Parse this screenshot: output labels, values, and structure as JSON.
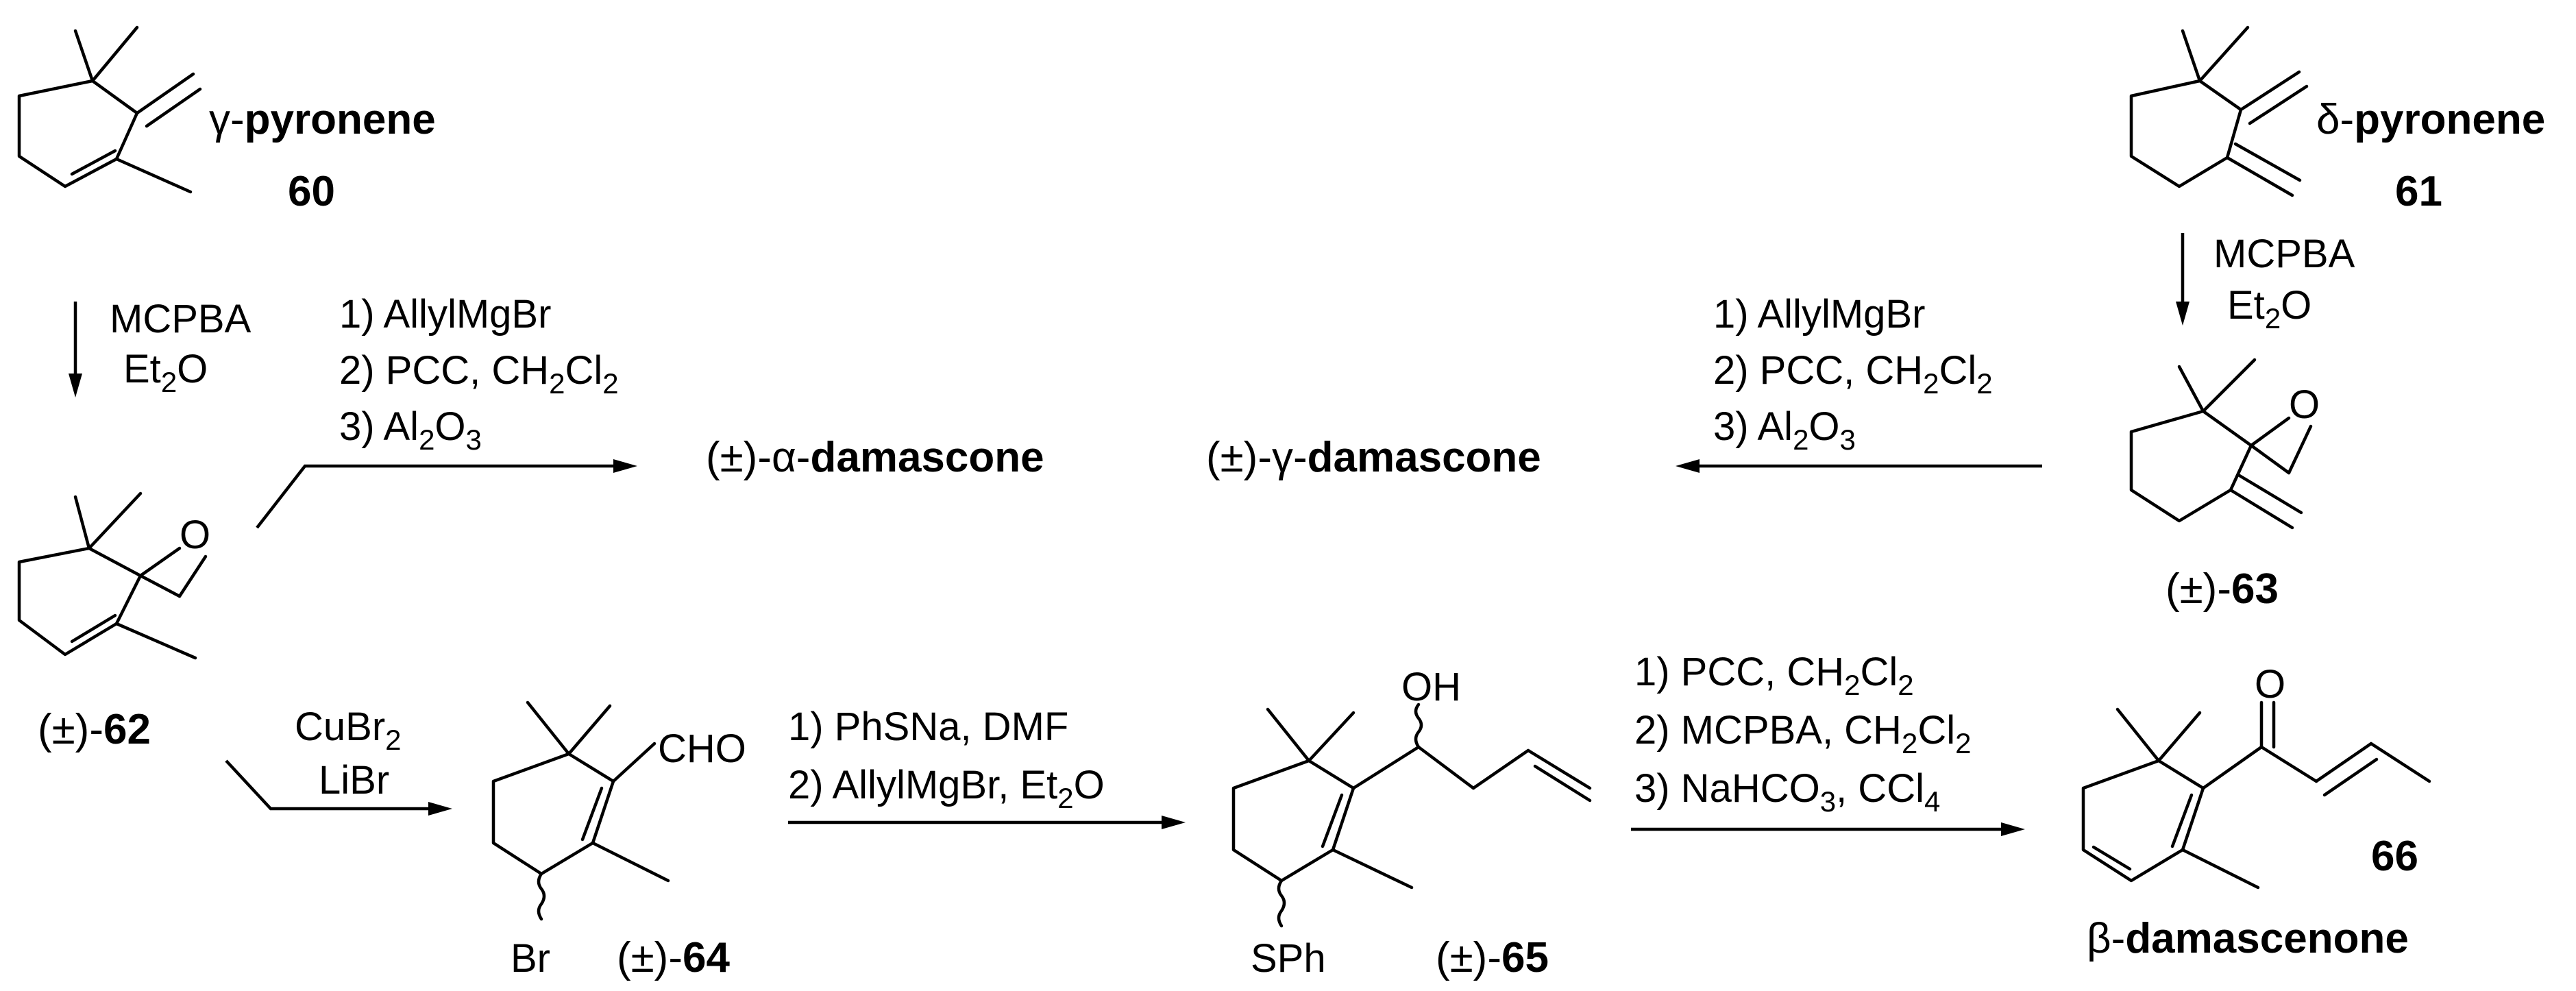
{
  "compounds": {
    "c60": {
      "prefix": "γ-",
      "name": "pyronene",
      "number": "60"
    },
    "c61": {
      "prefix": "δ-",
      "name": "pyronene",
      "number": "61"
    },
    "c62": {
      "prefix": "(±)-",
      "number": "62"
    },
    "c63": {
      "prefix": "(±)-",
      "number": "63"
    },
    "c64": {
      "prefix": "(±)-",
      "number": "64"
    },
    "c65": {
      "prefix": "(±)-",
      "number": "65"
    },
    "c66": {
      "number": "66",
      "prefix": "β-",
      "name": "damascenone"
    },
    "alpha": {
      "prefix": "(±)-α-",
      "name": "damascone"
    },
    "gamma": {
      "prefix": "(±)-γ-",
      "name": "damascone"
    }
  },
  "atoms": {
    "oxygen": "O",
    "bromine": "Br",
    "cho": "CHO",
    "oh": "OH",
    "sph": "SPh"
  },
  "reagents": {
    "r60_62": {
      "line1": "MCPBA",
      "line2_main": "Et",
      "line2_sub": "2",
      "line2_end": "O"
    },
    "r61_63": {
      "line1": "MCPBA",
      "line2_main": "Et",
      "line2_sub": "2",
      "line2_end": "O"
    },
    "r62_alpha": {
      "step1": "1) AllylMgBr",
      "step2_main": "2) PCC, CH",
      "step2_sub1": "2",
      "step2_mid": "Cl",
      "step2_sub2": "2",
      "step3_main": "3) Al",
      "step3_sub1": "2",
      "step3_mid": "O",
      "step3_sub2": "3"
    },
    "r63_gamma": {
      "step1": "1) AllylMgBr",
      "step2_main": "2) PCC, CH",
      "step2_sub1": "2",
      "step2_mid": "Cl",
      "step2_sub2": "2",
      "step3_main": "3) Al",
      "step3_sub1": "2",
      "step3_mid": "O",
      "step3_sub2": "3"
    },
    "r62_64": {
      "line1_main": "CuBr",
      "line1_sub": "2",
      "line2": "LiBr"
    },
    "r64_65": {
      "step1": "1) PhSNa, DMF",
      "step2_main": "2) AllylMgBr, Et",
      "step2_sub": "2",
      "step2_end": "O"
    },
    "r65_66": {
      "step1_main": "1) PCC, CH",
      "step1_sub1": "2",
      "step1_mid": "Cl",
      "step1_sub2": "2",
      "step2_main": "2) MCPBA, CH",
      "step2_sub1": "2",
      "step2_mid": "Cl",
      "step2_sub2": "2",
      "step3_main": "3) NaHCO",
      "step3_sub1": "3",
      "step3_mid": ", CCl",
      "step3_sub2": "4"
    }
  }
}
